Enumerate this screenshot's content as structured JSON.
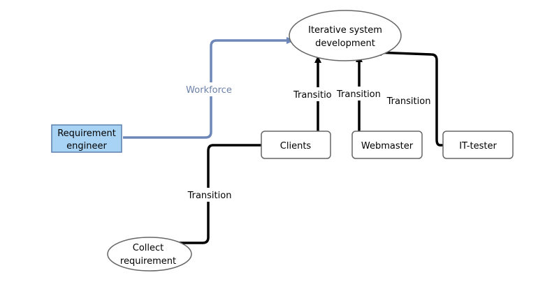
{
  "nodes": {
    "iterative": {
      "lines": [
        "Iterative system",
        "development"
      ]
    },
    "requirement_engineer": {
      "lines": [
        "Requirement",
        "engineer"
      ]
    },
    "clients": {
      "label": "Clients"
    },
    "webmaster": {
      "label": "Webmaster"
    },
    "it_tester": {
      "label": "IT-tester"
    },
    "collect": {
      "lines": [
        "Collect",
        "requirement"
      ]
    }
  },
  "edges": {
    "workforce": {
      "label": "Workforce"
    },
    "clients_to_iterative": {
      "label": "Transitio"
    },
    "webmaster_to_iterative": {
      "label": "Transition"
    },
    "ittester_to_iterative": {
      "label": "Transition"
    },
    "clients_to_collect": {
      "label": "Transition"
    }
  },
  "colors": {
    "node_border": "#666666",
    "highlight_fill": "#a9d3f5",
    "highlight_border": "#5b7fae",
    "workforce_edge": "#6d88b8",
    "transition_edge": "#000000"
  }
}
